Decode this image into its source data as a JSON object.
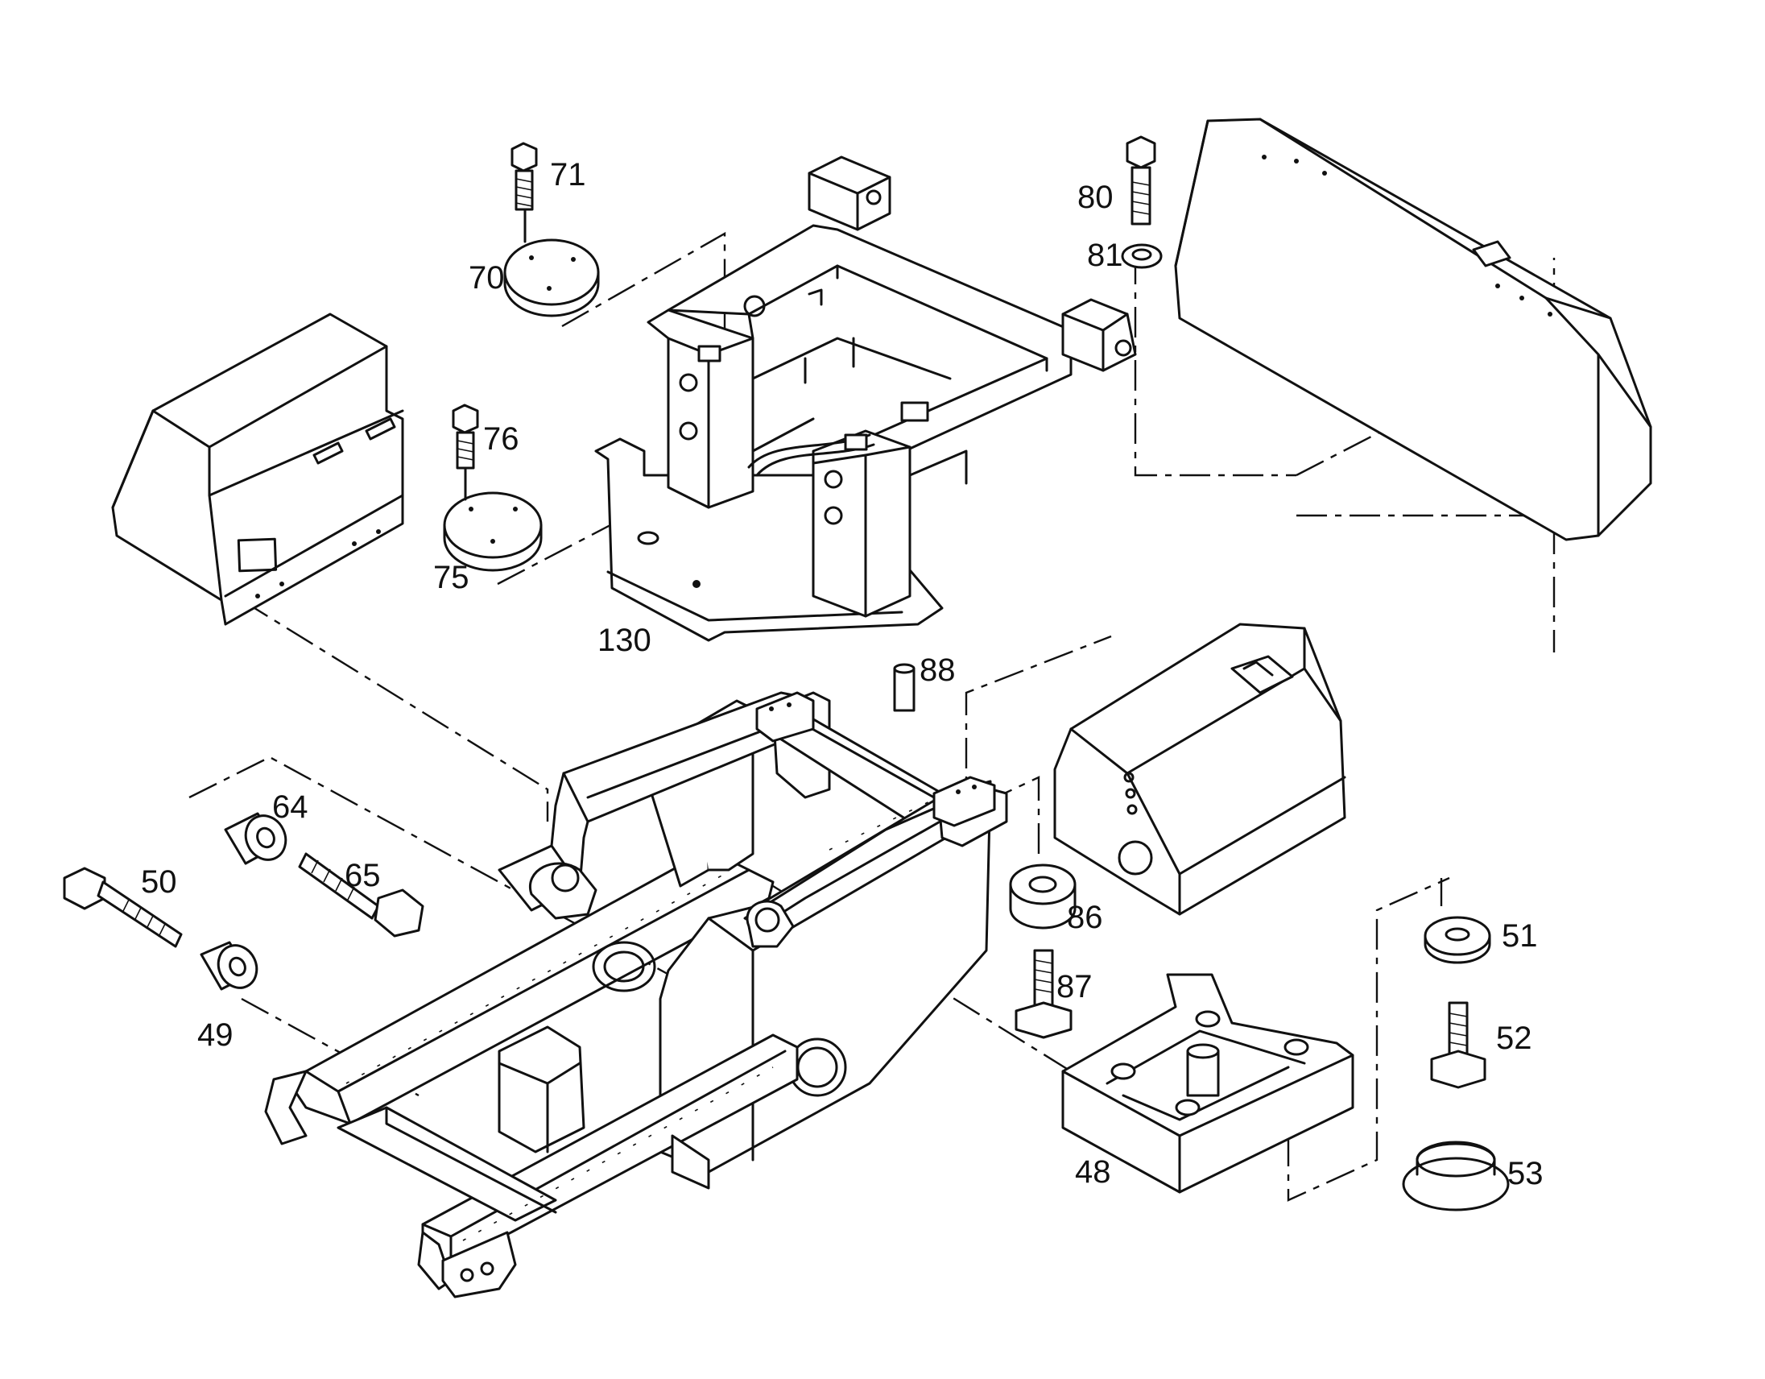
{
  "callouts": {
    "c71": "71",
    "c70": "70",
    "c80": "80",
    "c81": "81",
    "c76": "76",
    "c75": "75",
    "c130": "130",
    "c88": "88",
    "c64": "64",
    "c65": "65",
    "c50": "50",
    "c49": "49",
    "c86": "86",
    "c87": "87",
    "c51": "51",
    "c52": "52",
    "c53": "53",
    "c48": "48"
  },
  "colors": {
    "ink": "#111111",
    "paper": "#ffffff"
  }
}
